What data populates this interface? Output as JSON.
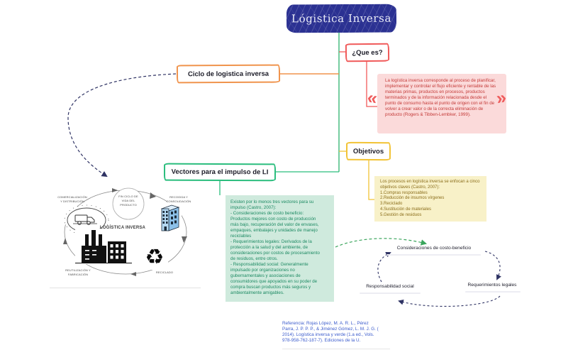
{
  "title": "Lógistica Inversa",
  "nodes": {
    "que_es": "¿Que es?",
    "objetivos": "Objetivos",
    "ciclo": "Ciclo de logistica inversa",
    "vectores": "Vectores para el impulso de LI"
  },
  "definition": {
    "open_quote": "«",
    "close_quote": "»",
    "text": "La logística inversa corresponde al proceso de planificar, implementar y controlar el flujo eficiente y rentable de las materias primas, productos en procesos, productos terminados y de la información relacionada desde el punto de consumo hasta el punto de origen con el fin de volver a crear valor o de la correcta eliminación de producto (Rogers & Tibben-Lembker, 1999)."
  },
  "objectives": {
    "intro": "Los procesos en logística inversa se enfocan a cinco objetivos claves (Castro, 2007):",
    "items": [
      "1.Compras responsables",
      "2.Reducción de insumos vírgenes",
      "3.Reciclado",
      "4.Sustitución de materiales",
      "5.Gestión de residuos"
    ]
  },
  "vectors": {
    "text": "Existen por lo menos tres vectores para su\nimpulso (Castro, 2007):\n- Consideraciones de costo beneficio:\nProductos mejores con costo de producción\nmás bajo, recuperación del valor de envases,\nempaques, embalajes y unidades de manejo\nreciclables\n- Requerimientos legales: Derivados de la\nprotección a la salud y del ambiente, de\nconsideraciones por costos de procesamiento\nde residuos, entre otros.\n- Responsabilidad social: Generalmente\nimpulsado por organizaciones no\ngubernamentales y asociaciones de\nconsumidores que apoyados en su poder de\ncompra buscan productos más seguros y\nambientalmente amigables."
  },
  "cycle_image": {
    "center": "LOGÍSTICA INVERSA",
    "top_node": "FIN CICLO DE\nVIDA DEL\nPRODUCTO",
    "label_distribution": "COMERCIALIZACIÓN\nY DISTRIBUCIÓN",
    "label_collection": "RECOGIDA Y\nCONSOLIDACIÓN",
    "label_reuse": "REUTILIZACIÓN Y\nFABRICACIÓN",
    "label_recycle": "RECICLADO",
    "recycle_symbol": "♻"
  },
  "vector_cycle": {
    "cost_benefit": "Consideraciones de costo-beneficio",
    "legal": "Requerimientos legales",
    "social": "Responsabilidad social"
  },
  "reference": {
    "text": "Referencia: Rojas López, M. A. R. L., Pérez\nParra, J. P. P. P., & Jiménez Gómez, L. M. J. G. (\n2014). Logística inversa y verde (1.a ed., Vols.\n978-958-762-187-7). Ediciones de la U."
  },
  "colors": {
    "title_bg": "#2b3192",
    "branch_green": "#2abd7d",
    "branch_orange": "#f0944d",
    "branch_red": "#f05a5a",
    "branch_yellow": "#f2c335",
    "pink_bg": "#fbdada",
    "pink_text": "#c43a38",
    "yellow_bg": "#f8f1c8",
    "yellow_text": "#8a6d1a",
    "green_bg": "#cfeadd",
    "green_text": "#1d8a63",
    "navy_arrow": "#2e3263",
    "reference_blue": "#3b5bcc"
  }
}
